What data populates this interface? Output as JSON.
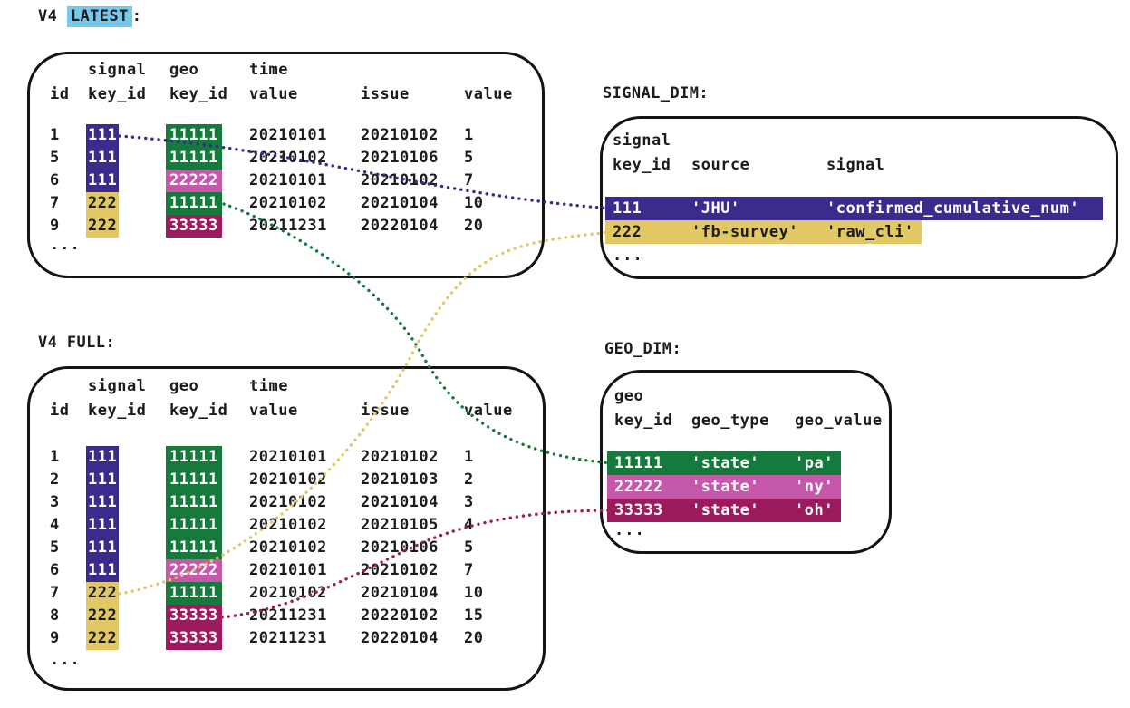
{
  "colors": {
    "purple": "#3a2b8d",
    "yellow": "#e2c765",
    "green": "#157a3c",
    "pink": "#c558ab",
    "maroon": "#9c1b5c",
    "blue_highlight": "#74c9ec",
    "text": "#1c1c1c",
    "border": "#141414"
  },
  "v4_latest": {
    "title_prefix": "V4 ",
    "title_highlight": "LATEST",
    "title_suffix": ":",
    "header_row1": [
      "",
      "signal",
      "geo",
      "time",
      "",
      ""
    ],
    "header_row2": [
      "id",
      "key_id",
      "key_id",
      "value",
      "issue",
      "value"
    ],
    "rows": [
      {
        "id": "1",
        "signal_key": "111",
        "signal_color": "purple",
        "geo_key": "11111",
        "geo_color": "green",
        "time_value": "20210101",
        "issue": "20210102",
        "value": "1"
      },
      {
        "id": "5",
        "signal_key": "111",
        "signal_color": "purple",
        "geo_key": "11111",
        "geo_color": "green",
        "time_value": "20210102",
        "issue": "20210106",
        "value": "5"
      },
      {
        "id": "6",
        "signal_key": "111",
        "signal_color": "purple",
        "geo_key": "22222",
        "geo_color": "pink",
        "time_value": "20210101",
        "issue": "20210102",
        "value": "7"
      },
      {
        "id": "7",
        "signal_key": "222",
        "signal_color": "yellow",
        "geo_key": "11111",
        "geo_color": "green",
        "time_value": "20210102",
        "issue": "20210104",
        "value": "10"
      },
      {
        "id": "9",
        "signal_key": "222",
        "signal_color": "yellow",
        "geo_key": "33333",
        "geo_color": "maroon",
        "time_value": "20211231",
        "issue": "20220104",
        "value": "20"
      }
    ],
    "ellipsis": "..."
  },
  "v4_full": {
    "title": "V4 FULL:",
    "header_row1": [
      "",
      "signal",
      "geo",
      "time",
      "",
      ""
    ],
    "header_row2": [
      "id",
      "key_id",
      "key_id",
      "value",
      "issue",
      "value"
    ],
    "rows": [
      {
        "id": "1",
        "signal_key": "111",
        "signal_color": "purple",
        "geo_key": "11111",
        "geo_color": "green",
        "time_value": "20210101",
        "issue": "20210102",
        "value": "1"
      },
      {
        "id": "2",
        "signal_key": "111",
        "signal_color": "purple",
        "geo_key": "11111",
        "geo_color": "green",
        "time_value": "20210102",
        "issue": "20210103",
        "value": "2"
      },
      {
        "id": "3",
        "signal_key": "111",
        "signal_color": "purple",
        "geo_key": "11111",
        "geo_color": "green",
        "time_value": "20210102",
        "issue": "20210104",
        "value": "3"
      },
      {
        "id": "4",
        "signal_key": "111",
        "signal_color": "purple",
        "geo_key": "11111",
        "geo_color": "green",
        "time_value": "20210102",
        "issue": "20210105",
        "value": "4"
      },
      {
        "id": "5",
        "signal_key": "111",
        "signal_color": "purple",
        "geo_key": "11111",
        "geo_color": "green",
        "time_value": "20210102",
        "issue": "20210106",
        "value": "5"
      },
      {
        "id": "6",
        "signal_key": "111",
        "signal_color": "purple",
        "geo_key": "22222",
        "geo_color": "pink",
        "time_value": "20210101",
        "issue": "20210102",
        "value": "7"
      },
      {
        "id": "7",
        "signal_key": "222",
        "signal_color": "yellow",
        "geo_key": "11111",
        "geo_color": "green",
        "time_value": "20210102",
        "issue": "20210104",
        "value": "10"
      },
      {
        "id": "8",
        "signal_key": "222",
        "signal_color": "yellow",
        "geo_key": "33333",
        "geo_color": "maroon",
        "time_value": "20211231",
        "issue": "20220102",
        "value": "15"
      },
      {
        "id": "9",
        "signal_key": "222",
        "signal_color": "yellow",
        "geo_key": "33333",
        "geo_color": "maroon",
        "time_value": "20211231",
        "issue": "20220104",
        "value": "20"
      }
    ],
    "ellipsis": "..."
  },
  "signal_dim": {
    "title": "SIGNAL_DIM:",
    "header_line1": "signal",
    "header_row": [
      "key_id",
      "source",
      "signal"
    ],
    "rows": [
      {
        "key_id": "111",
        "source": "'JHU'",
        "signal": "'confirmed_cumulative_num'",
        "color": "purple",
        "text": "white"
      },
      {
        "key_id": "222",
        "source": "'fb-survey'",
        "signal": "'raw_cli'",
        "color": "yellow",
        "text": "dark"
      }
    ],
    "ellipsis": "..."
  },
  "geo_dim": {
    "title": "GEO_DIM:",
    "header_line1": "geo",
    "header_row": [
      "key_id",
      "geo_type",
      "geo_value"
    ],
    "rows": [
      {
        "key_id": "11111",
        "geo_type": "'state'",
        "geo_value": "'pa'",
        "color": "green",
        "text": "white"
      },
      {
        "key_id": "22222",
        "geo_type": "'state'",
        "geo_value": "'ny'",
        "color": "pink",
        "text": "white"
      },
      {
        "key_id": "33333",
        "geo_type": "'state'",
        "geo_value": "'oh'",
        "color": "maroon",
        "text": "white"
      }
    ],
    "ellipsis": "..."
  },
  "connectors": [
    {
      "name": "connector-latest-signal-111-to-signal-dim",
      "color": "purple"
    },
    {
      "name": "connector-latest-geo-11111-to-geo-dim",
      "color": "green"
    },
    {
      "name": "connector-full-signal-222-to-signal-dim",
      "color": "yellow"
    },
    {
      "name": "connector-full-geo-33333-to-geo-dim",
      "color": "maroon"
    }
  ]
}
